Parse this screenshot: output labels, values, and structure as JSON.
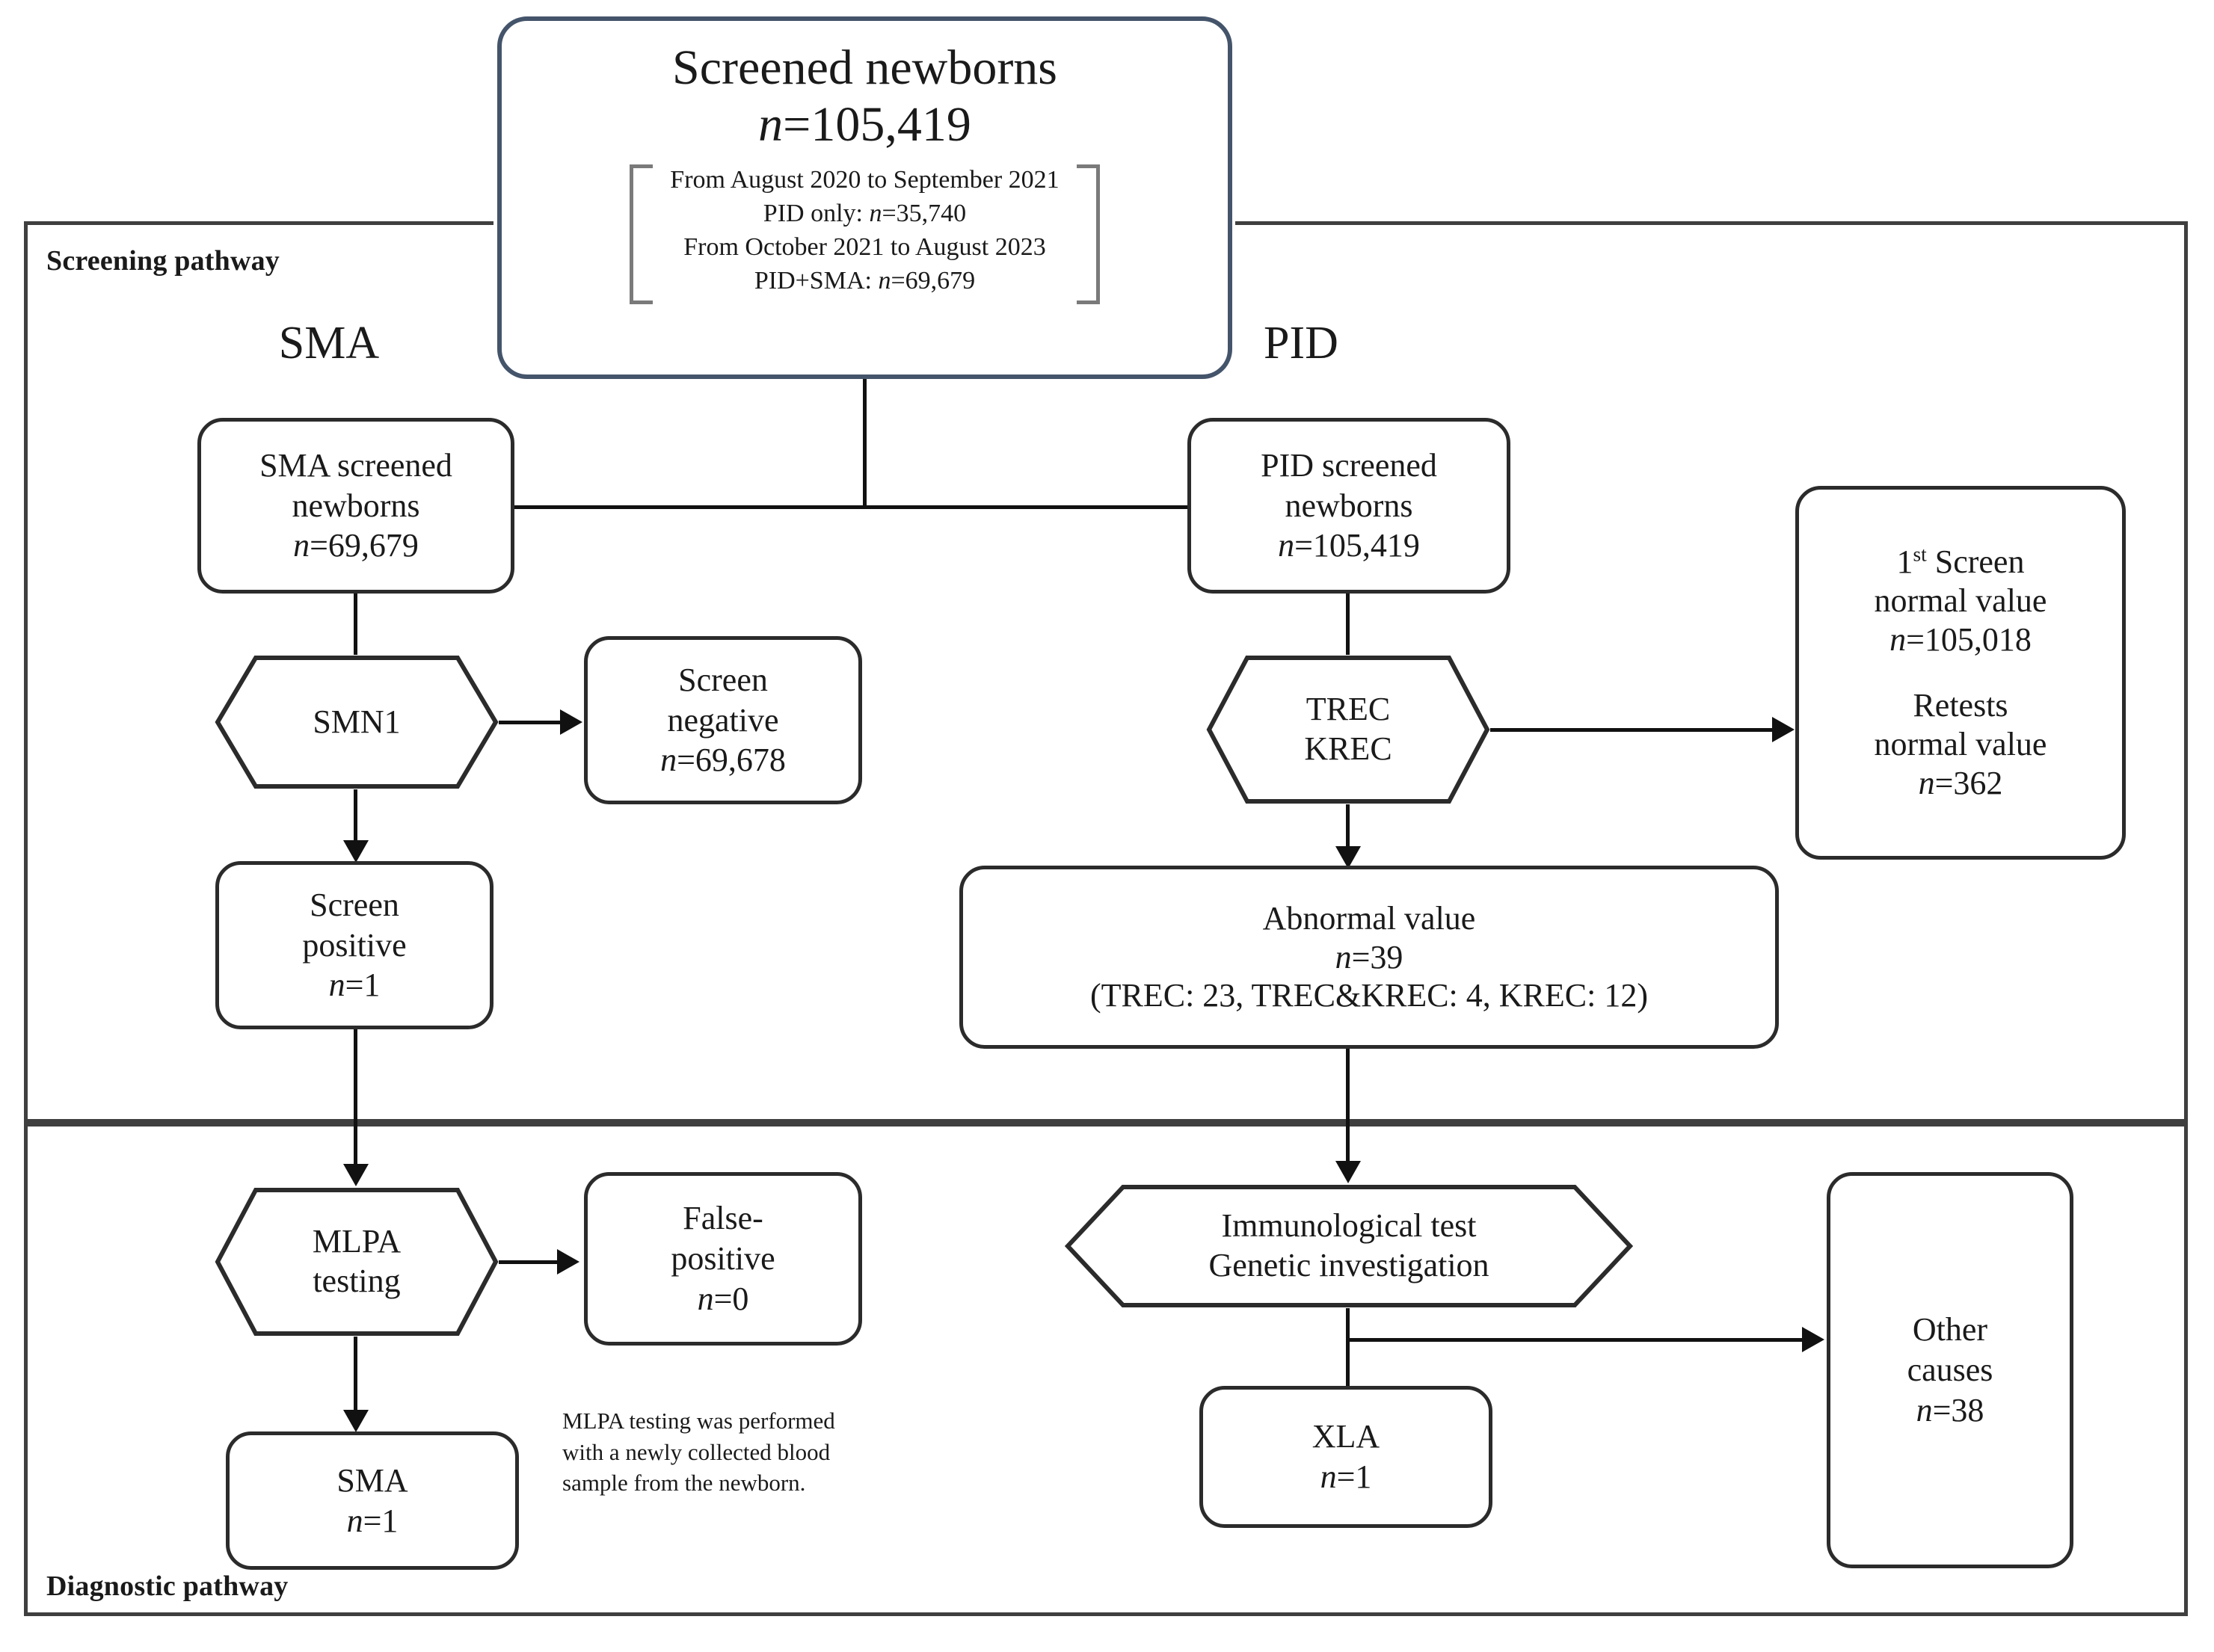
{
  "figure": {
    "type": "flowchart",
    "sections": [
      {
        "id": "screening",
        "label": "Screening pathway"
      },
      {
        "id": "diagnostic",
        "label": "Diagnostic pathway"
      }
    ],
    "group_titles": {
      "left": "SMA",
      "right": "PID"
    },
    "colors": {
      "top_node_border": "#44546A",
      "node_border": "#2B2B2B",
      "frame_border": "#3F3F3F",
      "connector": "#111111",
      "bracket": "#7A7A7A",
      "text": "#1A1A1A",
      "background": "#FFFFFF"
    }
  },
  "nodes": {
    "screened_newborns": {
      "title": "Screened newborns",
      "count_prefix": "n",
      "count": "=105,419",
      "detail_lines": [
        "From August 2020 to September 2021",
        "PID only: n=35,740",
        "From October 2021  to August 2023",
        "PID+SMA: n=69,679"
      ],
      "detail_parts": [
        {
          "text": "From August 2020 to September 2021"
        },
        {
          "pre": "PID only: ",
          "n": "n",
          "post": "=35,740"
        },
        {
          "text": "From October 2021  to August 2023"
        },
        {
          "pre": "PID+SMA: ",
          "n": "n",
          "post": "=69,679"
        }
      ]
    },
    "sma_screened": {
      "lines": [
        "SMA screened",
        "newborns"
      ],
      "n_prefix": "n",
      "n_value": "=69,679"
    },
    "smn1": {
      "lines": [
        "SMN1"
      ]
    },
    "screen_negative": {
      "lines": [
        "Screen",
        "negative"
      ],
      "n_prefix": "n",
      "n_value": "=69,678"
    },
    "screen_positive": {
      "lines": [
        "Screen",
        "positive"
      ],
      "n_prefix": "n",
      "n_value": "=1"
    },
    "mlpa_testing": {
      "lines": [
        "MLPA",
        "testing"
      ]
    },
    "false_positive": {
      "lines": [
        "False-",
        "positive"
      ],
      "n_prefix": "n",
      "n_value": "=0"
    },
    "sma_result": {
      "lines": [
        "SMA"
      ],
      "n_prefix": "n",
      "n_value": "=1"
    },
    "mlpa_note": [
      "MLPA testing was performed",
      "with a newly  collected blood",
      "sample from the newborn."
    ],
    "pid_screened": {
      "lines": [
        "PID screened",
        "newborns"
      ],
      "n_prefix": "n",
      "n_value": "=105,419"
    },
    "trec_krec": {
      "lines": [
        "TREC",
        "KREC"
      ]
    },
    "normal_values": {
      "block1": {
        "sup_line_pre": "1",
        "sup": "st",
        "sup_line_post": " Screen",
        "line2": "normal value",
        "n_prefix": "n",
        "n_value": "=105,018"
      },
      "block2": {
        "line1": "Retests",
        "line2": "normal value",
        "n_prefix": "n",
        "n_value": "=362"
      }
    },
    "abnormal_value": {
      "line1": "Abnormal value",
      "n_prefix": "n",
      "n_value": "=39",
      "line3": "(TREC: 23, TREC&KREC: 4, KREC: 12)"
    },
    "immunological": {
      "lines": [
        "Immunological test",
        "Genetic investigation"
      ]
    },
    "xla": {
      "lines": [
        "XLA"
      ],
      "n_prefix": "n",
      "n_value": "=1"
    },
    "other_causes": {
      "lines": [
        "Other",
        "causes"
      ],
      "n_prefix": "n",
      "n_value": "=38"
    }
  }
}
